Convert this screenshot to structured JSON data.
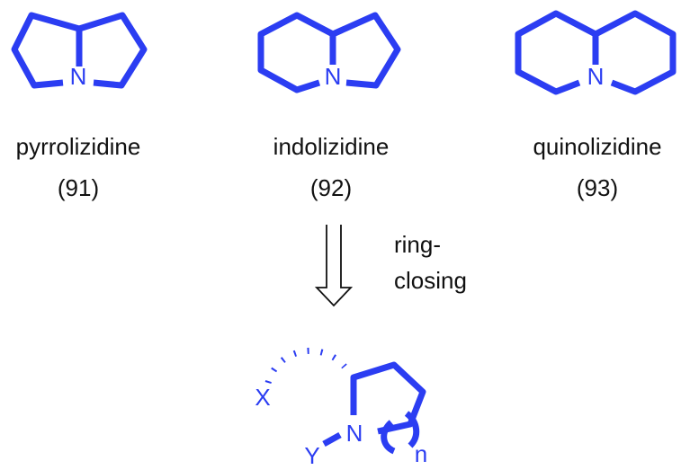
{
  "accent_color": "#2b3df2",
  "compounds": [
    {
      "name": "pyrrolizidine",
      "number": "(91)"
    },
    {
      "name": "indolizidine",
      "number": "(92)"
    },
    {
      "name": "quinolizidine",
      "number": "(93)"
    }
  ],
  "arrow_label": [
    "ring-",
    "closing"
  ],
  "precursor": {
    "nitrogen": "N",
    "x_group": "X",
    "y_group": "Y",
    "subscript": "n"
  },
  "ring_atom": "N"
}
